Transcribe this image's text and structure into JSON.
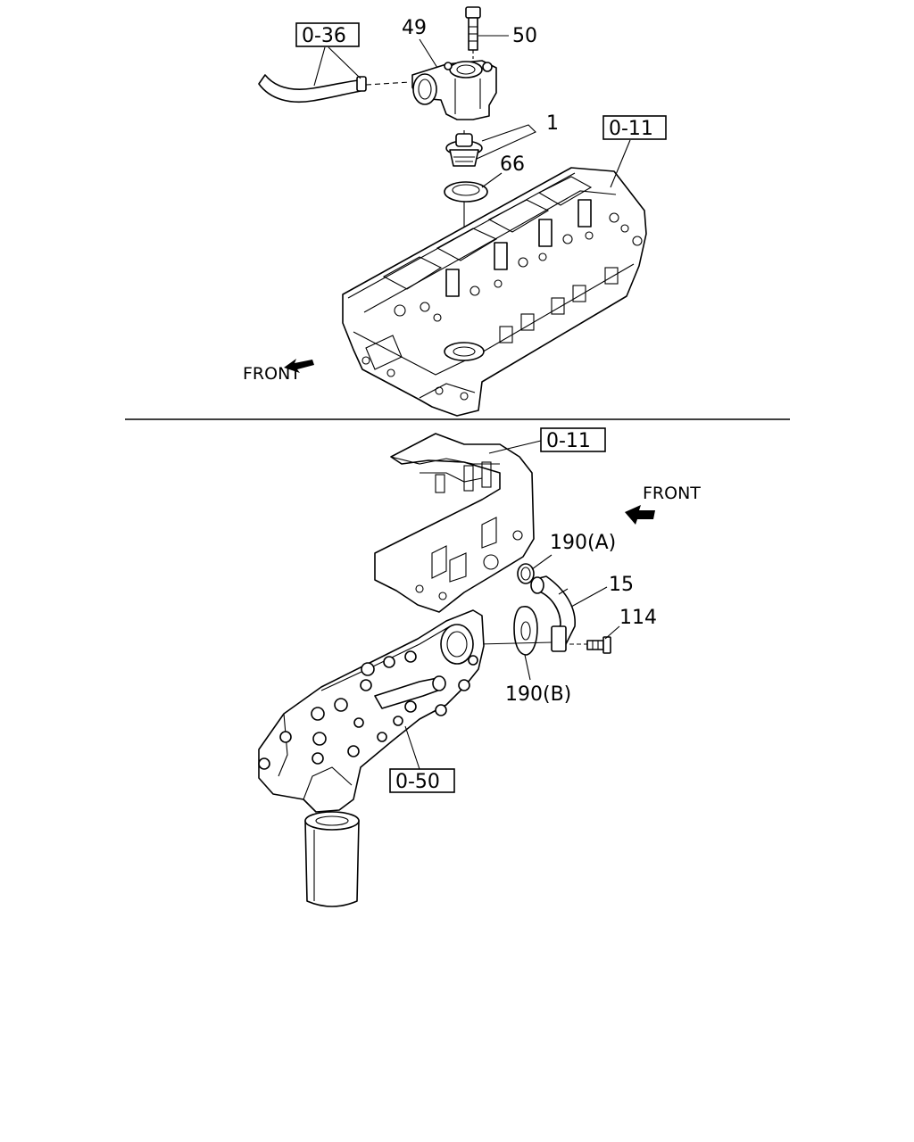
{
  "refs": {
    "r036": "0-36",
    "r011_top": "0-11",
    "r011_bottom": "0-11",
    "r050": "0-50"
  },
  "parts": {
    "p49": "49",
    "p50": "50",
    "p1": "1",
    "p66": "66",
    "p190a": "190(A)",
    "p15": "15",
    "p114": "114",
    "p190b": "190(B)"
  },
  "direction": {
    "front_top": "FRONT",
    "front_bottom": "FRONT"
  }
}
